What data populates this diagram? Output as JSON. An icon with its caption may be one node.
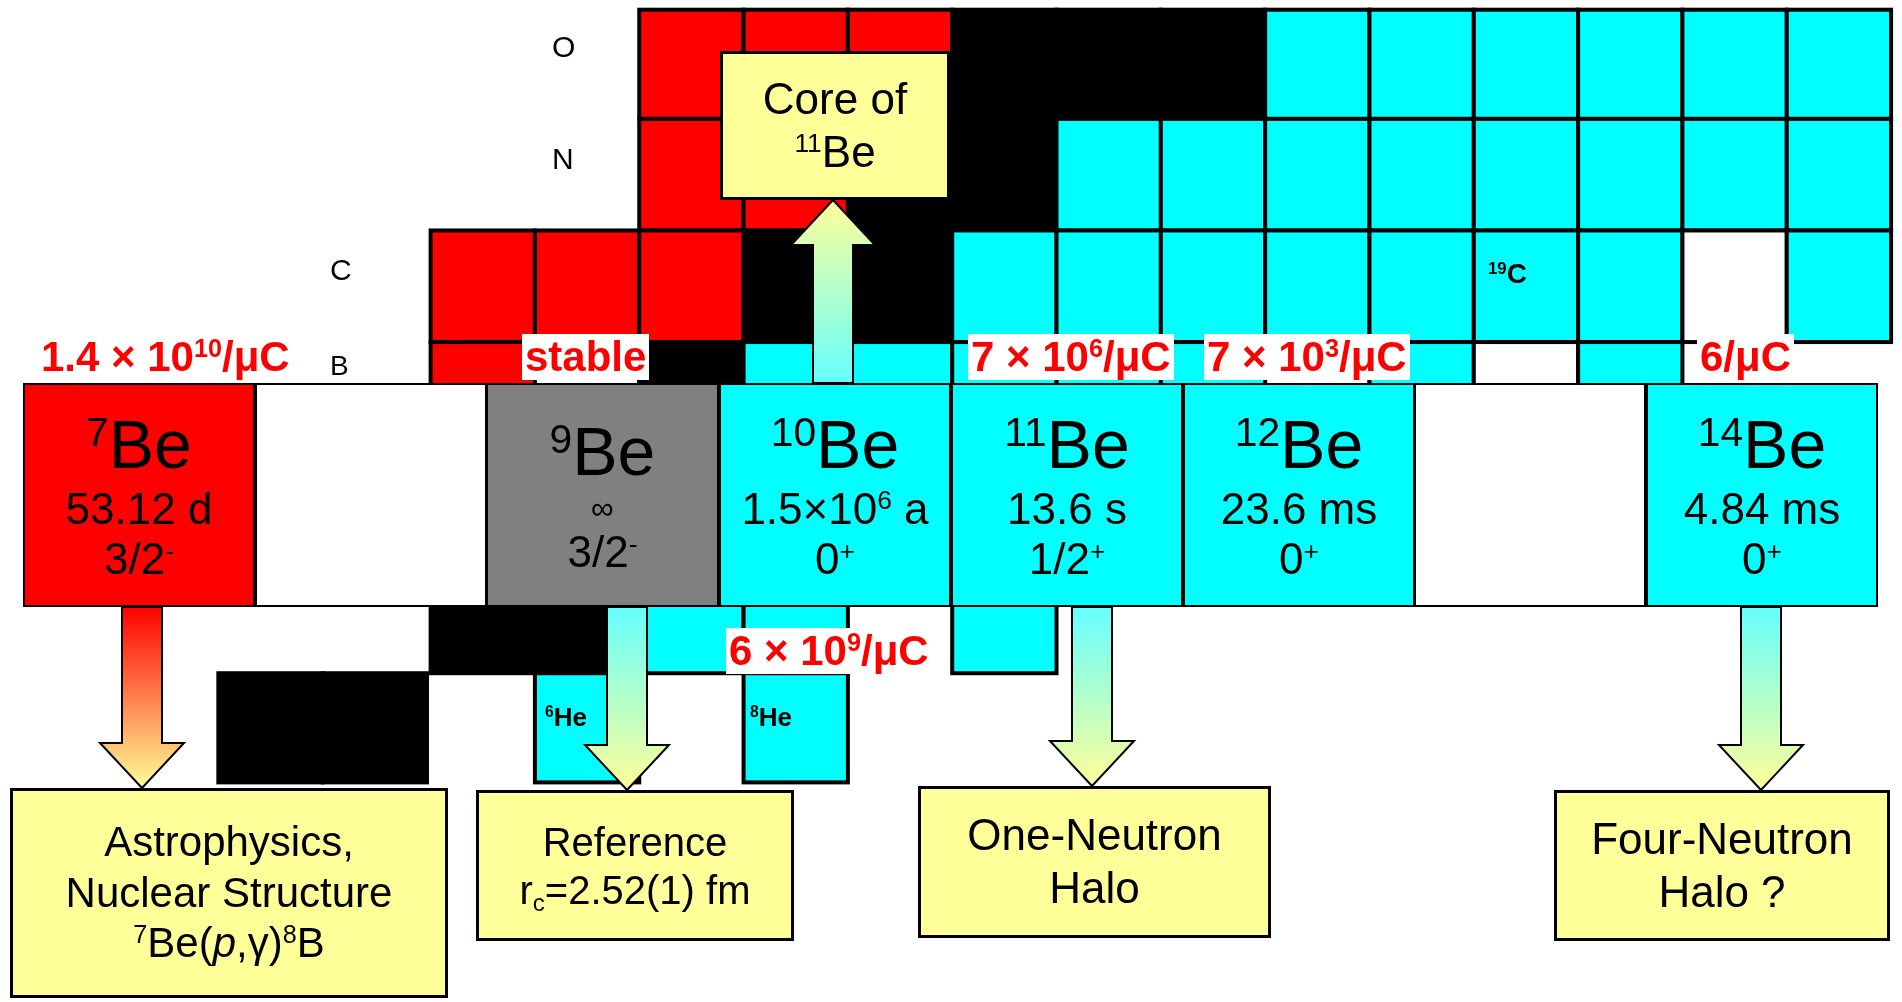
{
  "diagram": {
    "nodes": [
      {
        "text": [
          "$^{7}$Be",
          "53.12 d",
          "3/2$^{-}$"
        ]
      },
      {
        "text": [],
        "shape": "box"
      },
      {
        "text": [
          "$^{9}$Be",
          "∞",
          "3/2$^{-}$"
        ]
      },
      {
        "text": [
          "$^{10}$Be",
          "1.5×10$^{6}$ a",
          "0$^{+}$"
        ]
      },
      {
        "text": [
          "$^{11}$Be",
          "13.6 s",
          "1/2$^{+}$"
        ]
      },
      {
        "text": [
          "$^{12}$Be",
          "23.6 ms",
          "0$^{+}$"
        ]
      },
      {
        "text": [],
        "shape": "box"
      },
      {
        "text": [
          "$^{14}$Be",
          "4.84 ms",
          "0$^{+}$"
        ]
      },
      {
        "text": [
          "Core of $^{11}$Be"
        ]
      },
      {
        "text": [
          "Astrophysics, Nuclear Structure $^{7}$Be(*p*,γ)$^{8}$B"
        ]
      },
      {
        "text": [
          "Reference r$_{c}$=2.52(1) fm"
        ]
      },
      {
        "text": [
          "One-Neutron Halo"
        ]
      },
      {
        "text": [
          "Four-Neutron Halo ?"
        ]
      }
    ],
    "edges": [
      {
        "from": 0,
        "to": 9,
        "arrow": "to",
        "style": "thick",
        "color": "#ff0000"
      },
      {
        "from": 2,
        "to": 10,
        "arrow": "to",
        "style": "thick"
      },
      {
        "from": 3,
        "to": 8,
        "arrow": "to",
        "style": "thick"
      },
      {
        "from": 4,
        "to": 11,
        "arrow": "to",
        "style": "thick"
      },
      {
        "from": 7,
        "to": 12,
        "arrow": "to",
        "style": "thick"
      }
    ],
    "labels": [
      "O",
      "N",
      "C",
      "$^{19}$C",
      "1.4 × 10$^{10}$/μC",
      "B",
      "stable",
      "7 × 10$^{6}$/μC",
      "7 × 10$^{3}$/μC",
      "6/μC",
      "6 × 10$^{9}$/μC",
      "$^{6}$He",
      "$^{8}$He"
    ]
  }
}
